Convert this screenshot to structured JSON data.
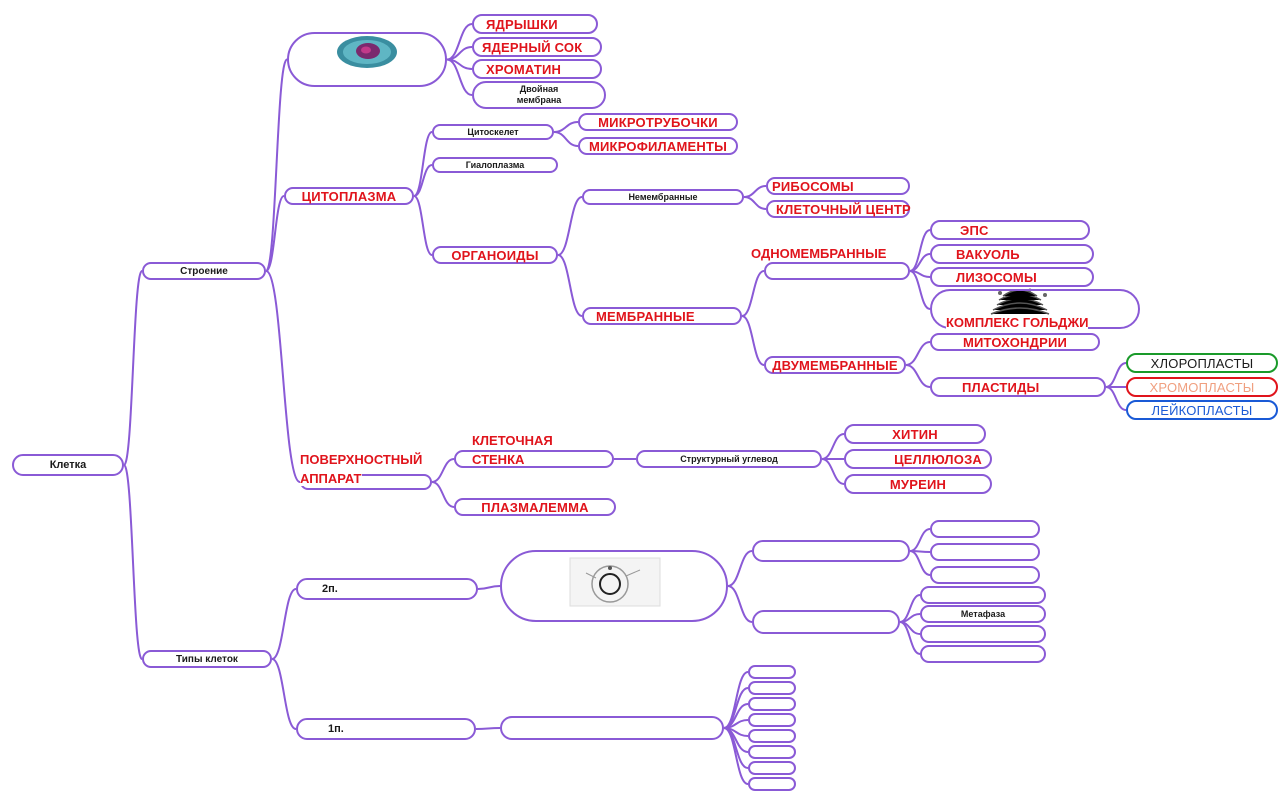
{
  "colors": {
    "line": "#8a5ad6",
    "red_text": "#e0141c",
    "dark_text": "#1a1a1a",
    "green": "#1a9a2a",
    "blue": "#1a5ad6"
  },
  "nodes": {
    "kletka": "Клетка",
    "stroenie": "Строение",
    "tipy_kletok": "Типы клеток",
    "yadryshki": "ЯДРЫШКИ",
    "yaderny_sok": "ЯДЕРНЫЙ СОК",
    "hromatin": "ХРОМАТИН",
    "dvoynaya_membrana": "Двойная мембрана",
    "citoplazma": "ЦИТОПЛАЗМА",
    "citoskelet": "Цитоскелет",
    "gialoplazma": "Гиалоплазма",
    "organoidy": "ОРГАНОИДЫ",
    "mikrotrubochki": "МИКРОТРУБОЧКИ",
    "mikrofilamenty": "МИКРОФИЛАМЕНТЫ",
    "nemembrannye": "Немембранные",
    "ribosomy": "РИБОСОМЫ",
    "kletochny_centr": "КЛЕТОЧНЫЙ ЦЕНТР",
    "membrannye": "МЕМБРАННЫЕ",
    "odnomembrannye": "ОДНОМЕМБРАННЫЕ",
    "eps": "ЭПС",
    "vakuol": "ВАКУОЛЬ",
    "lizosomy": "ЛИЗОСОМЫ",
    "kompleks_goldzhi": "КОМПЛЕКС ГОЛЬДЖИ",
    "dvumembrannye": "ДВУМЕМБРАННЫЕ",
    "mitohondrii": "МИТОХОНДРИИ",
    "plastidy": "ПЛАСТИДЫ",
    "hloroplasty": "ХЛОРОПЛАСТЫ",
    "hromoplasty": "ХРОМОПЛАСТЫ",
    "leykoplasty": "ЛЕЙКОПЛАСТЫ",
    "poverhnostny_apparat_1": "ПОВЕРХНОСТНЫЙ",
    "poverhnostny_apparat_2": "АППАРАТ",
    "kletochnaya": "КЛЕТОЧНАЯ",
    "stenka": "СТЕНКА",
    "plazmalemma": "ПЛАЗМАЛЕММА",
    "strukturny_uglevod": "Структурный углевод",
    "hitin": "ХИТИН",
    "cellyuloza": "ЦЕЛЛЮЛОЗА",
    "murein": "МУРЕИН",
    "dvan": "2п.",
    "odnan": "1п.",
    "metafaza": "Метафаза"
  },
  "icons": {
    "nucleus_picture": "cell-nucleus-picture",
    "golgi_picture": "golgi-complex-picture",
    "mitosis_picture": "cell-cycle-picture"
  }
}
